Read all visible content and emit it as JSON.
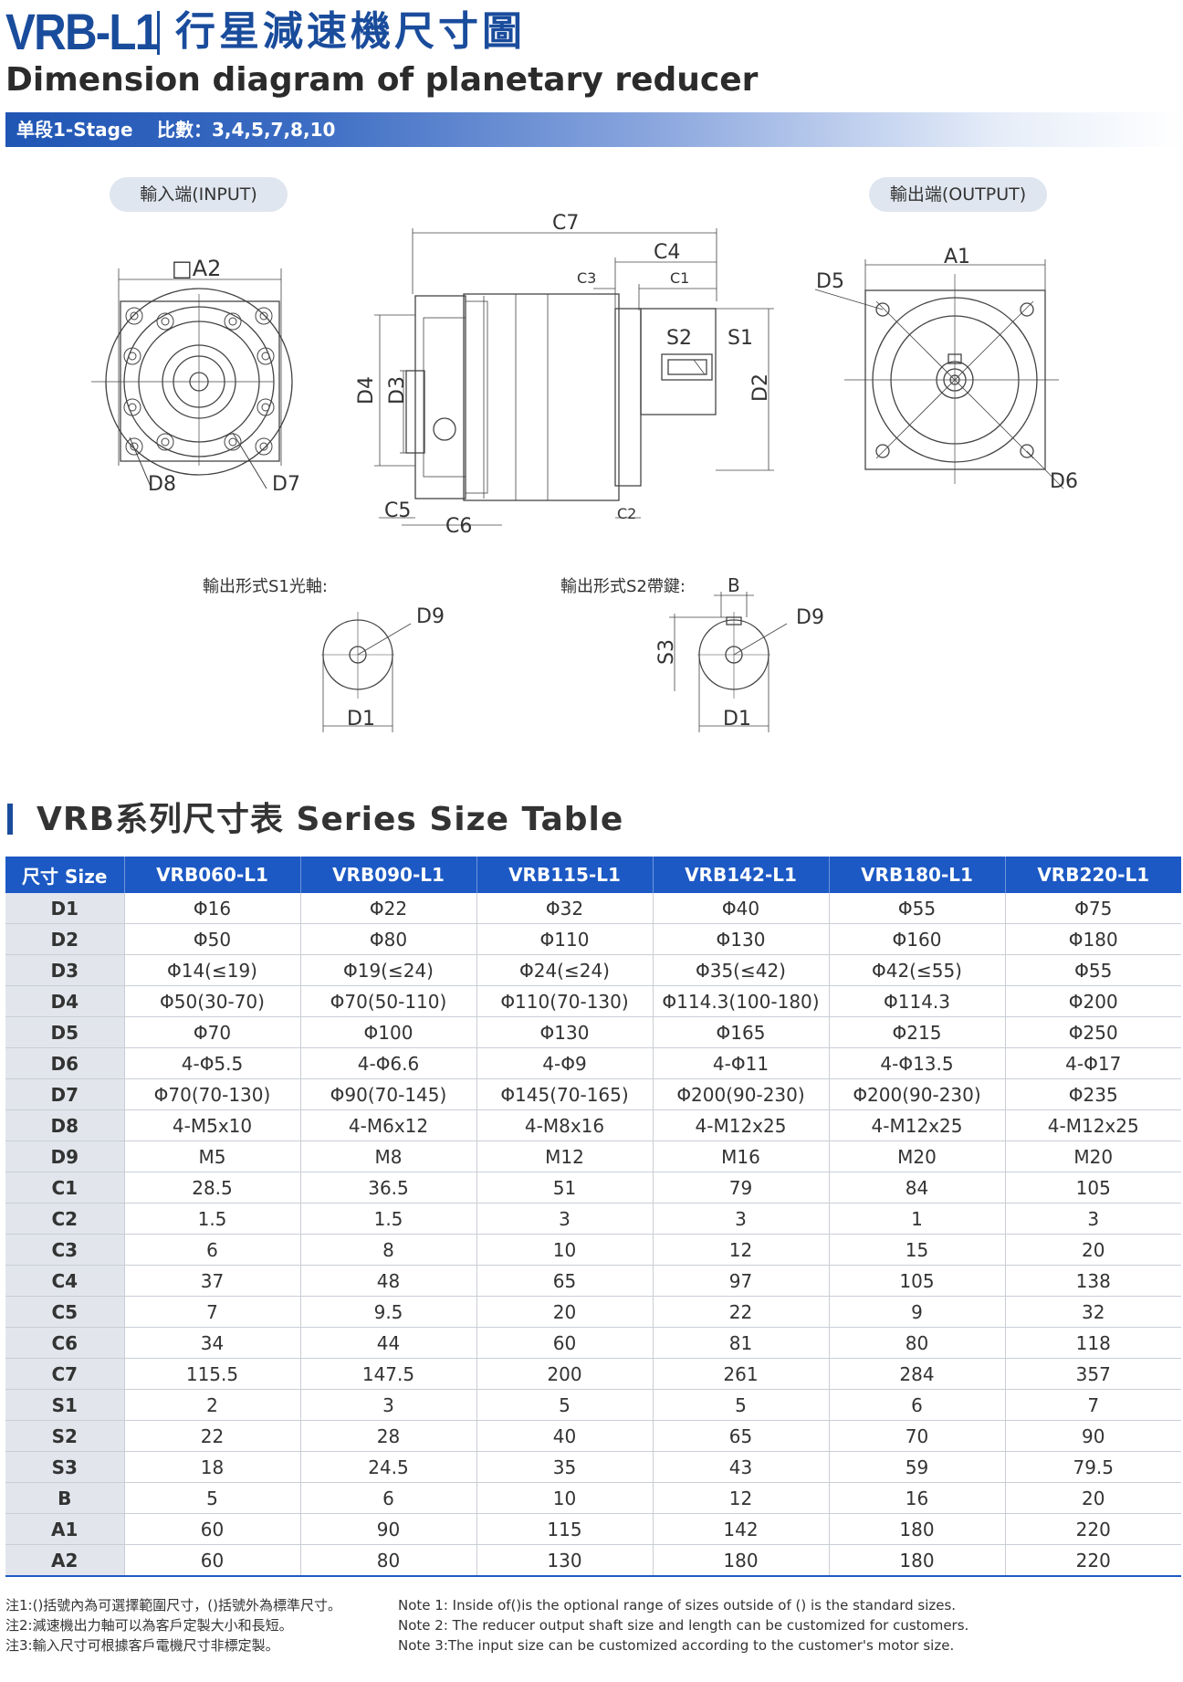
{
  "header": {
    "model": "VRB-L1",
    "cn_title": "行星減速機尺寸圖",
    "en_title": "Dimension diagram of planetary reducer"
  },
  "stage_bar": {
    "stage": "单段1-Stage",
    "ratio": "比數：3,4,5,7,8,10"
  },
  "drawing": {
    "input_label": "輸入端(INPUT)",
    "output_label": "輸出端(OUTPUT)",
    "s1_label": "輸出形式S1光軸:",
    "s2_label": "輸出形式S2帶鍵:",
    "labels": {
      "A2": "A2",
      "D8": "D8",
      "D7": "D7",
      "C7": "C7",
      "C4": "C4",
      "C3": "C3",
      "C1": "C1",
      "S2": "S2",
      "S1": "S1",
      "D4": "D4",
      "D3": "D3",
      "D2": "D2",
      "C5": "C5",
      "C6": "C6",
      "C2": "C2",
      "A1": "A1",
      "D5": "D5",
      "D6": "D6",
      "D9a": "D9",
      "D1a": "D1",
      "B": "B",
      "S3": "S3",
      "D9b": "D9",
      "D1b": "D1"
    }
  },
  "table": {
    "title": "VRB系列尺寸表 Series Size Table",
    "headers": [
      "尺寸 Size",
      "VRB060-L1",
      "VRB090-L1",
      "VRB115-L1",
      "VRB142-L1",
      "VRB180-L1",
      "VRB220-L1"
    ],
    "rows": [
      [
        "D1",
        "Φ16",
        "Φ22",
        "Φ32",
        "Φ40",
        "Φ55",
        "Φ75"
      ],
      [
        "D2",
        "Φ50",
        "Φ80",
        "Φ110",
        "Φ130",
        "Φ160",
        "Φ180"
      ],
      [
        "D3",
        "Φ14(≤19)",
        "Φ19(≤24)",
        "Φ24(≤24)",
        "Φ35(≤42)",
        "Φ42(≤55)",
        "Φ55"
      ],
      [
        "D4",
        "Φ50(30-70)",
        "Φ70(50-110)",
        "Φ110(70-130)",
        "Φ114.3(100-180)",
        "Φ114.3",
        "Φ200"
      ],
      [
        "D5",
        "Φ70",
        "Φ100",
        "Φ130",
        "Φ165",
        "Φ215",
        "Φ250"
      ],
      [
        "D6",
        "4-Φ5.5",
        "4-Φ6.6",
        "4-Φ9",
        "4-Φ11",
        "4-Φ13.5",
        "4-Φ17"
      ],
      [
        "D7",
        "Φ70(70-130)",
        "Φ90(70-145)",
        "Φ145(70-165)",
        "Φ200(90-230)",
        "Φ200(90-230)",
        "Φ235"
      ],
      [
        "D8",
        "4-M5x10",
        "4-M6x12",
        "4-M8x16",
        "4-M12x25",
        "4-M12x25",
        "4-M12x25"
      ],
      [
        "D9",
        "M5",
        "M8",
        "M12",
        "M16",
        "M20",
        "M20"
      ],
      [
        "C1",
        "28.5",
        "36.5",
        "51",
        "79",
        "84",
        "105"
      ],
      [
        "C2",
        "1.5",
        "1.5",
        "3",
        "3",
        "1",
        "3"
      ],
      [
        "C3",
        "6",
        "8",
        "10",
        "12",
        "15",
        "20"
      ],
      [
        "C4",
        "37",
        "48",
        "65",
        "97",
        "105",
        "138"
      ],
      [
        "C5",
        "7",
        "9.5",
        "20",
        "22",
        "9",
        "32"
      ],
      [
        "C6",
        "34",
        "44",
        "60",
        "81",
        "80",
        "118"
      ],
      [
        "C7",
        "115.5",
        "147.5",
        "200",
        "261",
        "284",
        "357"
      ],
      [
        "S1",
        "2",
        "3",
        "5",
        "5",
        "6",
        "7"
      ],
      [
        "S2",
        "22",
        "28",
        "40",
        "65",
        "70",
        "90"
      ],
      [
        "S3",
        "18",
        "24.5",
        "35",
        "43",
        "59",
        "79.5"
      ],
      [
        "B",
        "5",
        "6",
        "10",
        "12",
        "16",
        "20"
      ],
      [
        "A1",
        "60",
        "90",
        "115",
        "142",
        "180",
        "220"
      ],
      [
        "A2",
        "60",
        "80",
        "130",
        "180",
        "180",
        "220"
      ]
    ]
  },
  "notes": {
    "cn": [
      "注1:()括號內為可選擇範圍尺寸，()括號外為標準尺寸。",
      "注2:減速機出力軸可以為客戶定製大小和長短。",
      "注3:輸入尺寸可根據客戶電機尺寸非標定製。"
    ],
    "en": [
      "Note 1: Inside of()is the optional range of sizes outside of () is the standard sizes.",
      "Note 2: The reducer output shaft size and length can be customized for customers.",
      "Note 3:The input size can be customized according to the customer's motor size."
    ]
  },
  "colors": {
    "brand": "#1a4c9c",
    "header_bar": "#1c59c4",
    "row_head": "#e2e6ec"
  }
}
